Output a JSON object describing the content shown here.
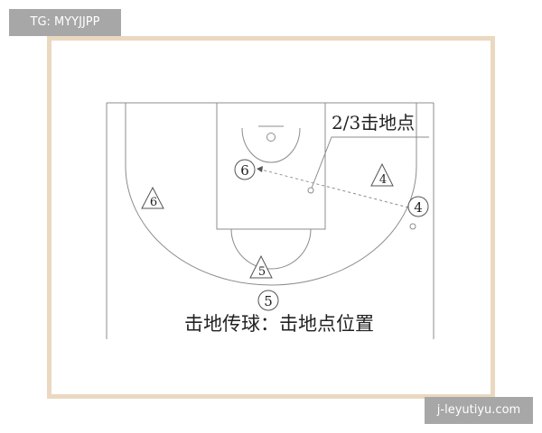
{
  "tag_label": "TG: MYYJJPP",
  "watermark_label": "j-leyutiyu.com",
  "diagram": {
    "callout_label": "2/3击地点",
    "caption": "击地传球：击地点位置",
    "players": {
      "circle_6": "6",
      "circle_4": "4",
      "circle_5": "5",
      "triangle_6": "6",
      "triangle_4": "4",
      "triangle_5": "5"
    }
  },
  "colors": {
    "line": "#8c8c8c",
    "text": "#222222",
    "frame": "#ead8c0",
    "tag_bg": "#a7a7a7"
  }
}
